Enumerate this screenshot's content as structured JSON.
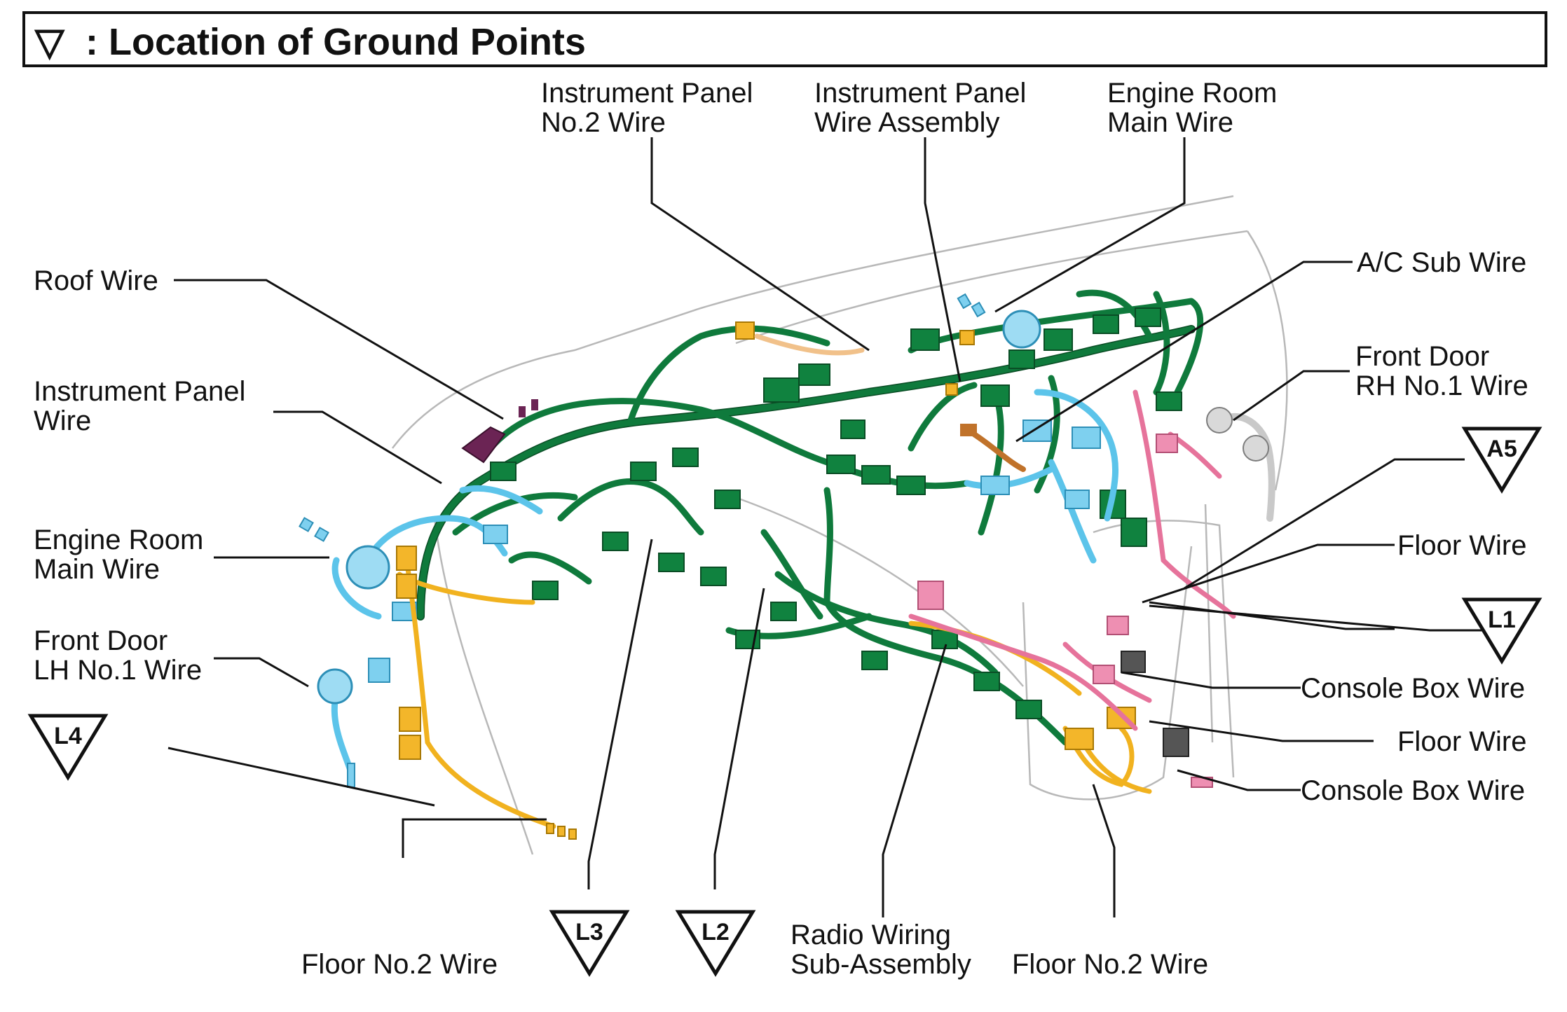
{
  "title": {
    "symbol": "▽",
    "text": ": Location of Ground Points"
  },
  "wire_labels": [
    {
      "id": "instrument-panel-no2-wire",
      "lines": [
        "Instrument Panel",
        "No.2 Wire"
      ]
    },
    {
      "id": "instrument-panel-wire-assembly",
      "lines": [
        "Instrument Panel",
        "Wire Assembly"
      ]
    },
    {
      "id": "engine-room-main-wire-top",
      "lines": [
        "Engine Room",
        "Main Wire"
      ]
    },
    {
      "id": "roof-wire",
      "lines": [
        "Roof Wire"
      ]
    },
    {
      "id": "ac-sub-wire",
      "lines": [
        "A/C Sub Wire"
      ]
    },
    {
      "id": "instrument-panel-wire",
      "lines": [
        "Instrument Panel",
        "Wire"
      ]
    },
    {
      "id": "front-door-rh-no1-wire",
      "lines": [
        "Front Door",
        "RH No.1 Wire"
      ]
    },
    {
      "id": "engine-room-main-wire-left",
      "lines": [
        "Engine Room",
        "Main Wire"
      ]
    },
    {
      "id": "floor-wire-1",
      "lines": [
        "Floor Wire"
      ]
    },
    {
      "id": "front-door-lh-no1-wire",
      "lines": [
        "Front Door",
        "LH No.1 Wire"
      ]
    },
    {
      "id": "console-box-wire-1",
      "lines": [
        "Console Box Wire"
      ]
    },
    {
      "id": "floor-wire-2",
      "lines": [
        "Floor Wire"
      ]
    },
    {
      "id": "console-box-wire-2",
      "lines": [
        "Console Box Wire"
      ]
    },
    {
      "id": "floor-no2-wire-left",
      "lines": [
        "Floor No.2 Wire"
      ]
    },
    {
      "id": "radio-wiring-sub-assembly",
      "lines": [
        "Radio Wiring",
        "Sub-Assembly"
      ]
    },
    {
      "id": "floor-no2-wire-right",
      "lines": [
        "Floor No.2 Wire"
      ]
    }
  ],
  "ground_points": [
    {
      "id": "a5",
      "code": "A5"
    },
    {
      "id": "l1",
      "code": "L1"
    },
    {
      "id": "l4",
      "code": "L4"
    },
    {
      "id": "l3",
      "code": "L3"
    },
    {
      "id": "l2",
      "code": "L2"
    }
  ],
  "colors": {
    "main_harness": "#0f7a3c",
    "engine_room_harness": "#5cc4ea",
    "floor_harness": "#f1b21f",
    "console_harness": "#e6739b",
    "roof_connector": "#6b2454",
    "door_rh_connector": "#c9c9c9"
  }
}
